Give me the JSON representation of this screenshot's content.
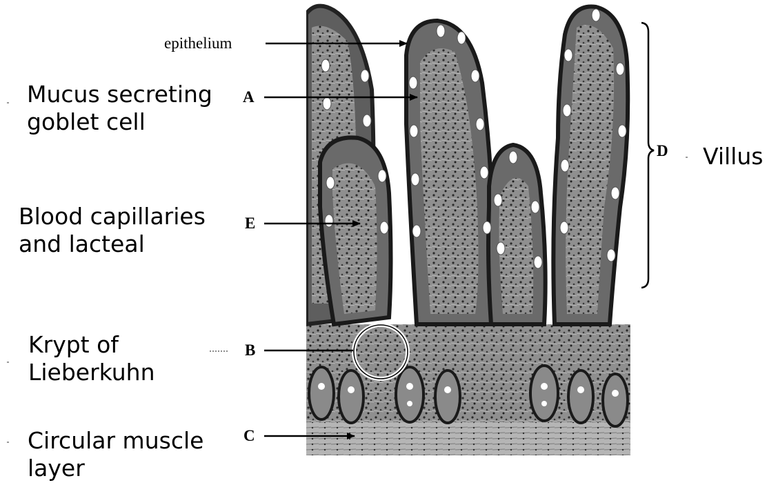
{
  "diagram": {
    "labels": {
      "epithelium": "epithelium",
      "a": "A",
      "b": "B",
      "c": "C",
      "d": "D",
      "e": "E"
    },
    "answers": {
      "a": "Mucus secreting goblet cell",
      "a_line1": "Mucus secreting",
      "a_line2": "goblet cell",
      "e": "Blood capillaries and lacteal",
      "e_line1": "Blood capillaries",
      "e_line2": "and lacteal",
      "b": "Krypt of Lieberkuhn",
      "b_line1": "Krypt of",
      "b_line2": "Lieberkuhn",
      "c": "Circular muscle layer",
      "c_line1": "Circular muscle",
      "c_line2": "layer",
      "d": "Villus"
    },
    "colors": {
      "stain_pink": "#a9a9a9",
      "nucleus": "#1b1b1b",
      "goblet": "#ffffff",
      "lamina": "#6a6a6a"
    }
  }
}
